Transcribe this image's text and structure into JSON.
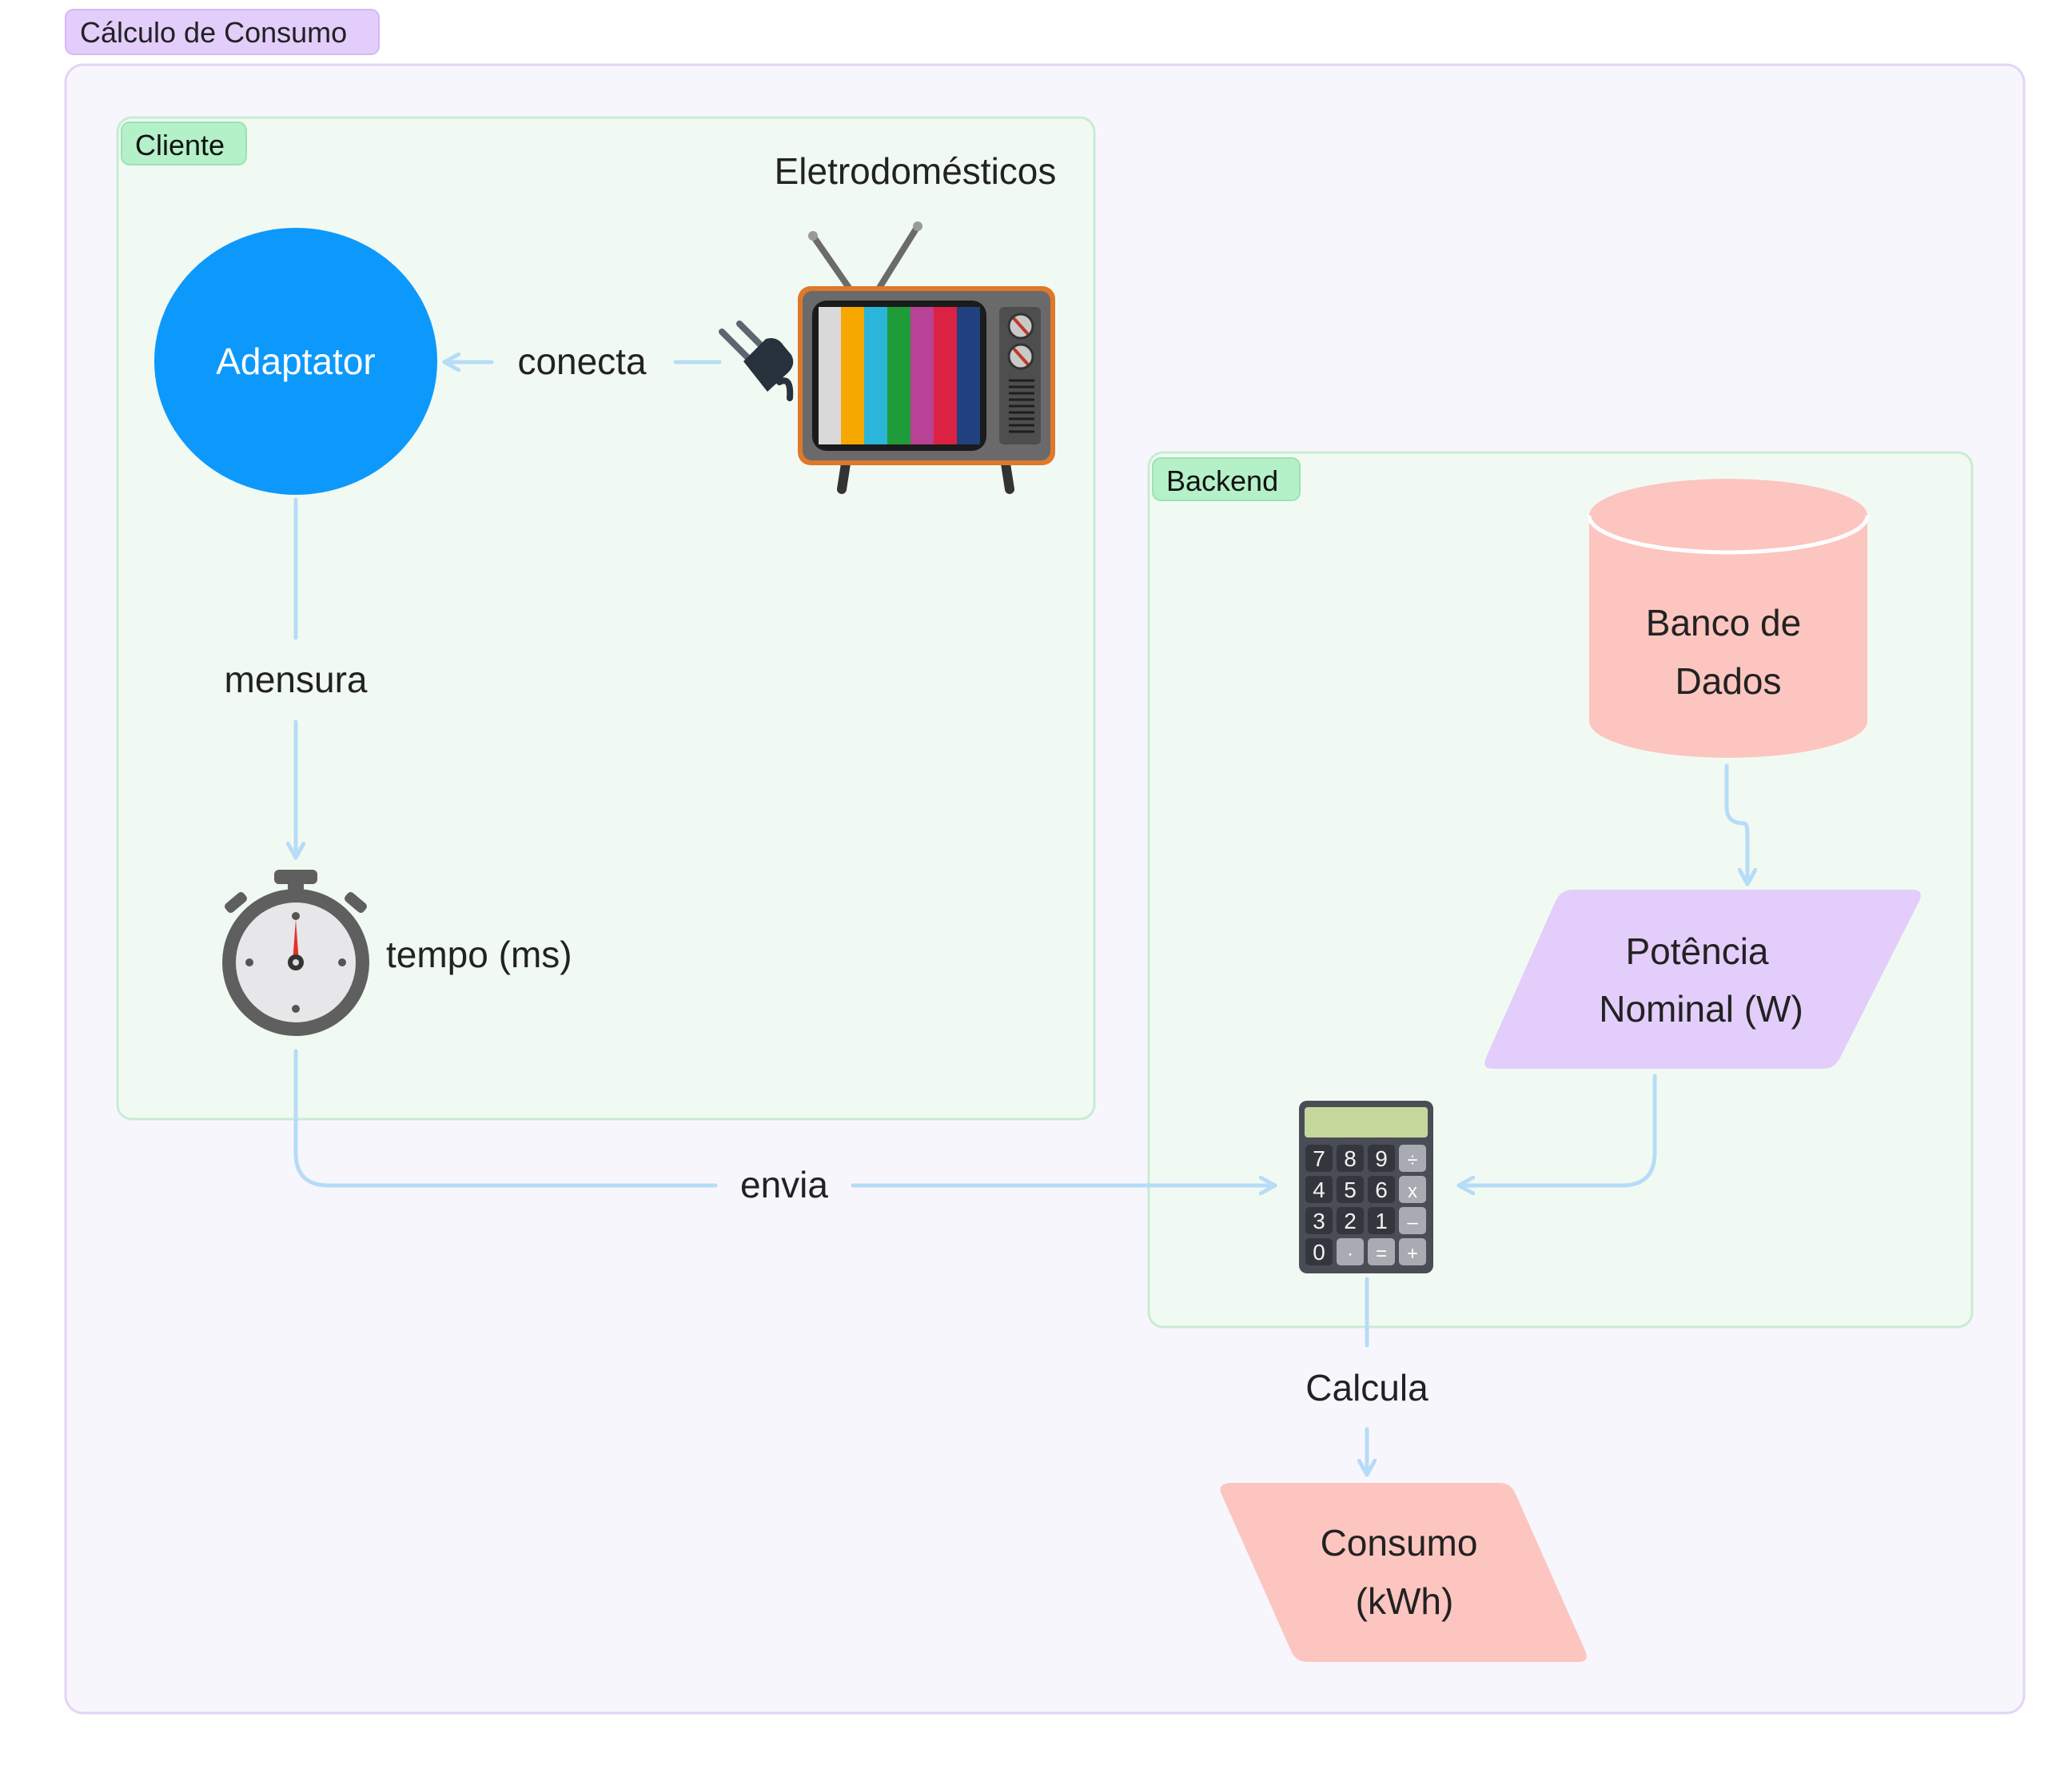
{
  "groups": {
    "outer": {
      "label": "Cálculo de Consumo"
    },
    "client": {
      "label": "Cliente"
    },
    "backend": {
      "label": "Backend"
    }
  },
  "nodes": {
    "appliances": {
      "label": "Eletrodomésticos"
    },
    "adapter": {
      "label": "Adaptator"
    },
    "timer": {
      "label": "tempo (ms)"
    },
    "database": {
      "line1": "Banco de",
      "line2": "Dados"
    },
    "power": {
      "line1": "Potência",
      "line2": "Nominal (W)"
    },
    "consumption": {
      "line1": "Consumo",
      "line2": "(kWh)"
    }
  },
  "edges": {
    "connects": {
      "label": "conecta"
    },
    "measures": {
      "label": "mensura"
    },
    "sends": {
      "label": "envia"
    },
    "calculates": {
      "label": "Calcula"
    }
  },
  "calculator": {
    "keys": [
      [
        "7",
        "8",
        "9",
        "÷"
      ],
      [
        "4",
        "5",
        "6",
        "x"
      ],
      [
        "3",
        "2",
        "1",
        "–"
      ],
      [
        "0",
        "·",
        "=",
        "+"
      ]
    ]
  },
  "colors": {
    "outer_fill": "#f8f6fd",
    "outer_stroke": "#e3d4f8",
    "outer_label_bg": "#e3cdfb",
    "group_fill": "#f1faf2",
    "group_stroke": "#c8ecd2",
    "group_label_bg": "#b4f0c8",
    "edge": "#b6dcf7",
    "adapter": "#0d99fb",
    "database": "#fdc5c0",
    "power": "#e3cdfb",
    "consumption": "#fdc5c0",
    "text": "#222222"
  }
}
